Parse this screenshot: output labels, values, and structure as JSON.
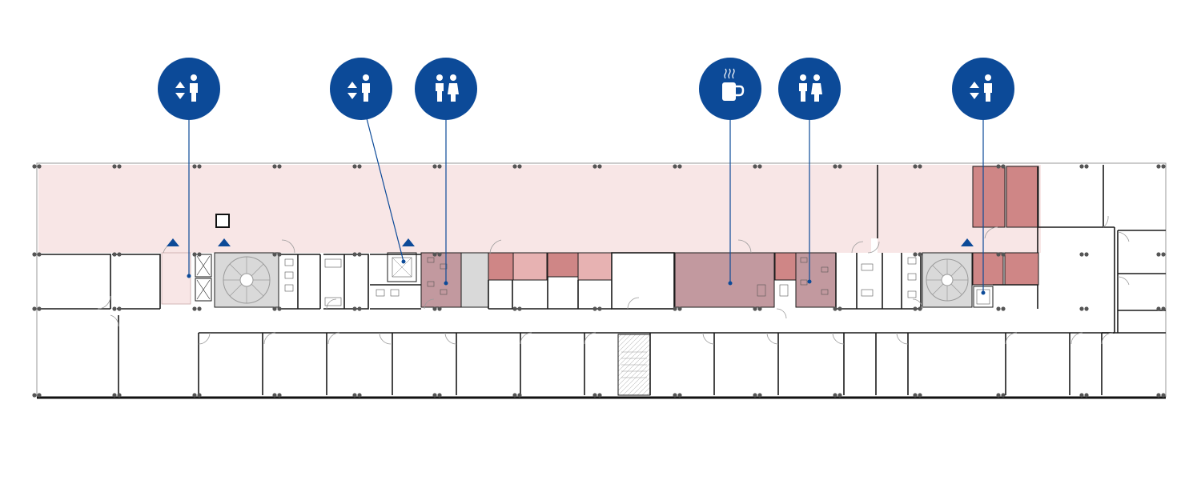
{
  "map": {
    "colors": {
      "badge": "#0c4a98",
      "open_zone": "#f8e6e6",
      "room_light": "#e7b2b2",
      "room_medium": "#cf8686",
      "room_muted": "#c2999f",
      "stair_gray": "#d9d9d9",
      "wall": "#1a1a1a"
    },
    "markers": [
      {
        "id": "marker-1",
        "icon": "elevator-icon"
      },
      {
        "id": "marker-2",
        "icon": "elevator-icon"
      },
      {
        "id": "marker-3",
        "icon": "restroom-icon"
      },
      {
        "id": "marker-4",
        "icon": "coffee-icon"
      },
      {
        "id": "marker-5",
        "icon": "restroom-icon"
      },
      {
        "id": "marker-6",
        "icon": "elevator-icon"
      }
    ],
    "entrances": 4
  }
}
